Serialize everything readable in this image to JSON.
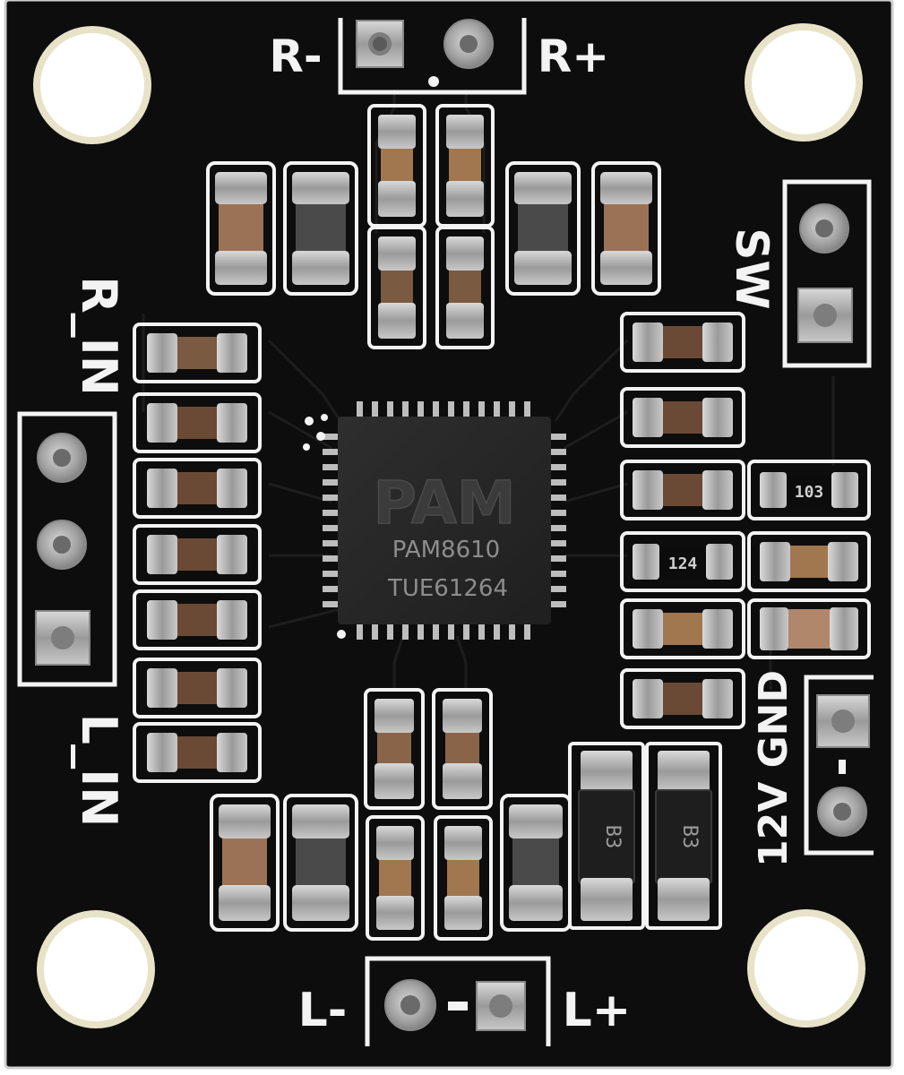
{
  "board": {
    "pcb_color": "#0d0d0d",
    "edge_color": "#cfcfcf",
    "silkscreen_color": "#f3f3f3",
    "pad_color": "#b9b9b9",
    "hole_color": "#ffffff"
  },
  "labels": {
    "r_minus": "R-",
    "r_plus": "R+",
    "l_minus": "L-",
    "l_plus": "L+",
    "r_in": "R_IN",
    "l_in": "L_IN",
    "sw": "SW",
    "power": "12V GND"
  },
  "chip": {
    "logo": "PAM",
    "part_number": "PAM8610",
    "batch_code": "TUE61264",
    "body_color": "#262626",
    "text_color": "#8d8d8d"
  },
  "resistors": {
    "r1_code": "103",
    "r2_code": "124"
  },
  "diodes": {
    "d1_code": "B3",
    "d2_code": "B3"
  }
}
